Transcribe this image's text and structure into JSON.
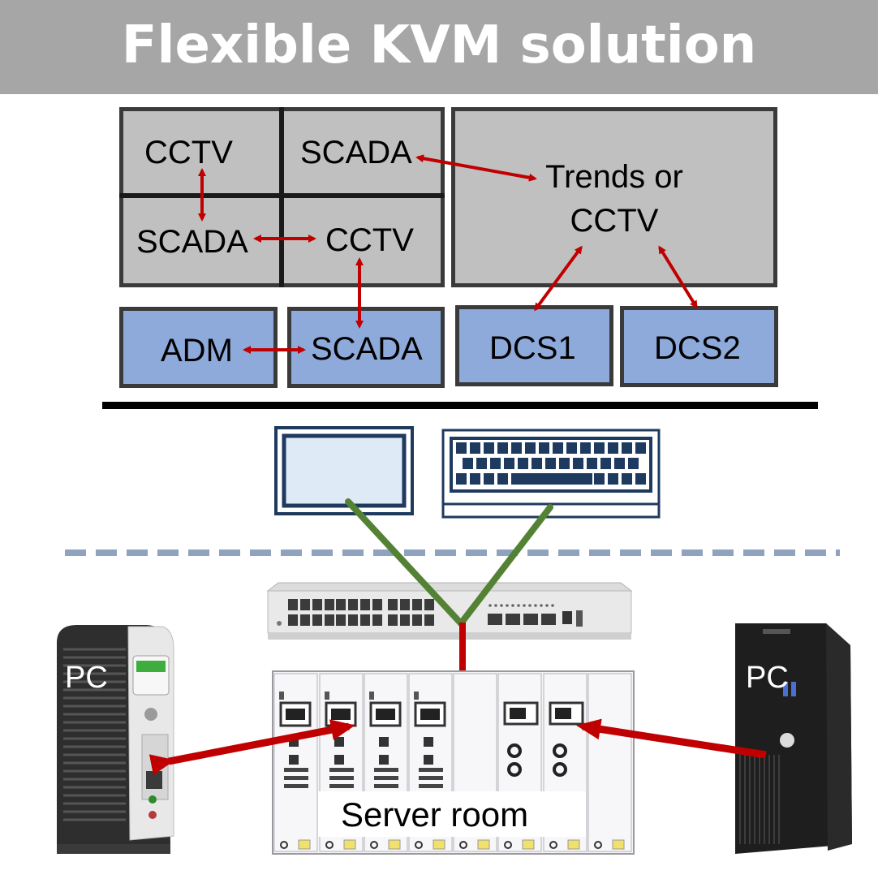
{
  "header": {
    "title": "Flexible KVM solution"
  },
  "video_wall": {
    "tiles": [
      "CCTV",
      "SCADA",
      "SCADA",
      "CCTV"
    ],
    "large_screen": [
      "Trends or",
      "CCTV"
    ]
  },
  "workstations": [
    "ADM",
    "SCADA",
    "DCS1",
    "DCS2"
  ],
  "devices": {
    "pc_left": "PC",
    "pc_right": "PC",
    "server_label": "Server room"
  },
  "colors": {
    "banner": "#a6a6a6",
    "screen_grey": "#c0c0c0",
    "workstation_blue": "#8eaadb",
    "arrow_red": "#c00000",
    "cable_green": "#548235",
    "dashed_line": "#8fa3bf"
  }
}
